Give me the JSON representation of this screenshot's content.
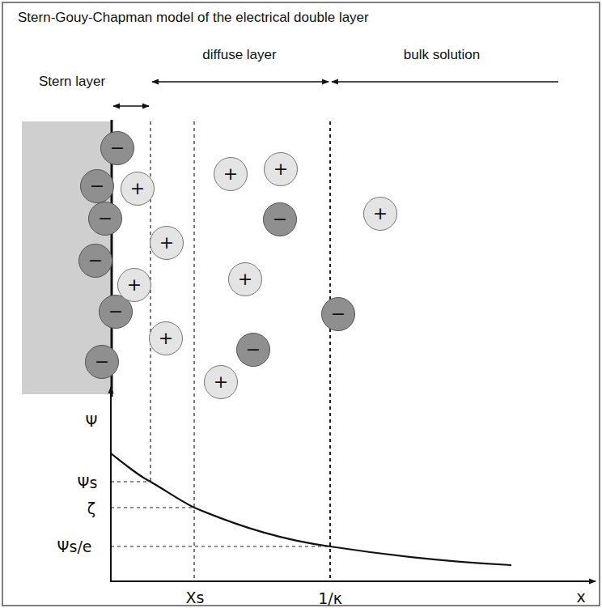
{
  "diagram": {
    "title": "Stern-Gouy-Chapman model of the electrical double layer",
    "nodes": [
      {
        "text": [
          "−"
        ]
      },
      {
        "text": [
          "−"
        ]
      },
      {
        "text": [
          "−"
        ]
      },
      {
        "text": [
          "−"
        ]
      },
      {
        "text": [
          "−"
        ]
      },
      {
        "text": [
          "−"
        ]
      },
      {
        "text": [
          "+"
        ]
      },
      {
        "text": [
          "+"
        ]
      },
      {
        "text": [
          "+"
        ]
      },
      {
        "text": [
          "+"
        ]
      },
      {
        "text": [
          "+"
        ]
      },
      {
        "text": [
          "+"
        ]
      },
      {
        "text": [
          "−"
        ]
      },
      {
        "text": [
          "+"
        ]
      },
      {
        "text": [
          "−"
        ]
      },
      {
        "text": [
          "+"
        ]
      },
      {
        "text": [
          "+"
        ]
      },
      {
        "text": [
          "−"
        ]
      }
    ],
    "labels": [
      "Stern layer",
      "diffuse layer",
      "bulk solution",
      "Ψ",
      "Ψs",
      "ζ",
      "Ψs/e",
      "Xs",
      "1/κ",
      "x"
    ]
  }
}
